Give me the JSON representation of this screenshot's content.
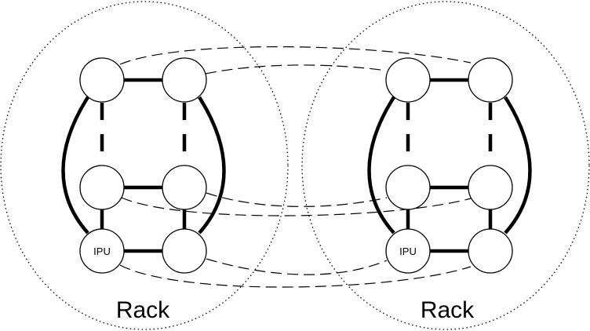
{
  "diagram": {
    "racks": [
      {
        "label": "Rack",
        "node_label": "IPU"
      },
      {
        "label": "Rack",
        "node_label": "IPU"
      }
    ]
  }
}
